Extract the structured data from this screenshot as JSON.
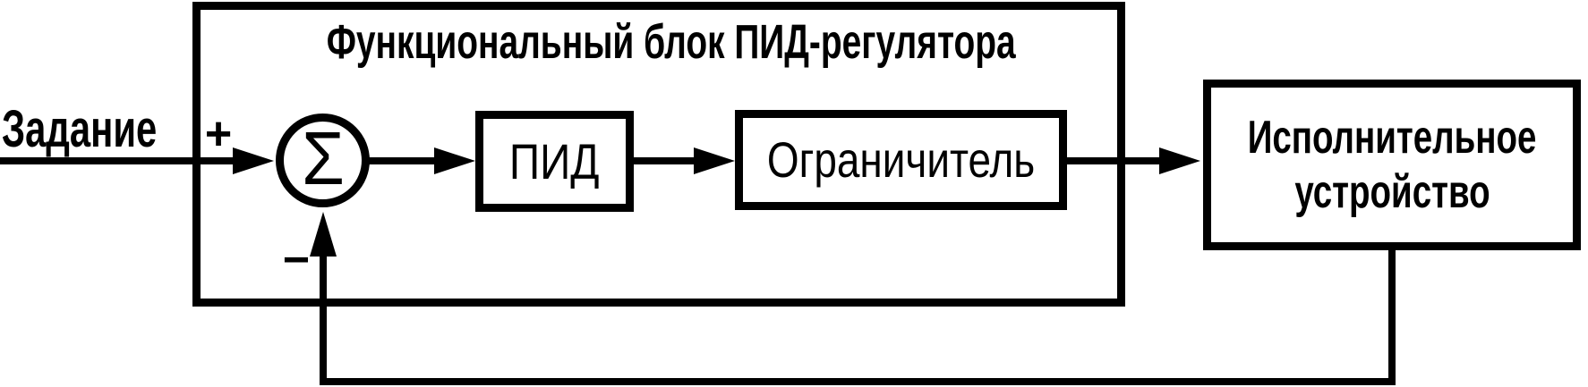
{
  "diagram": {
    "title": "Функциональный блок ПИД-регулятора",
    "setpoint_label": "Задание",
    "summing_junction": {
      "symbol": "Σ",
      "plus_sign": "+",
      "minus_sign": "−"
    },
    "blocks": {
      "pid_label": "ПИД",
      "limiter_label": "Ограничитель",
      "actuator_label_line1": "Исполнительное",
      "actuator_label_line2": "устройство"
    },
    "colors": {
      "line_color": "#000000",
      "background": "#ffffff"
    }
  }
}
